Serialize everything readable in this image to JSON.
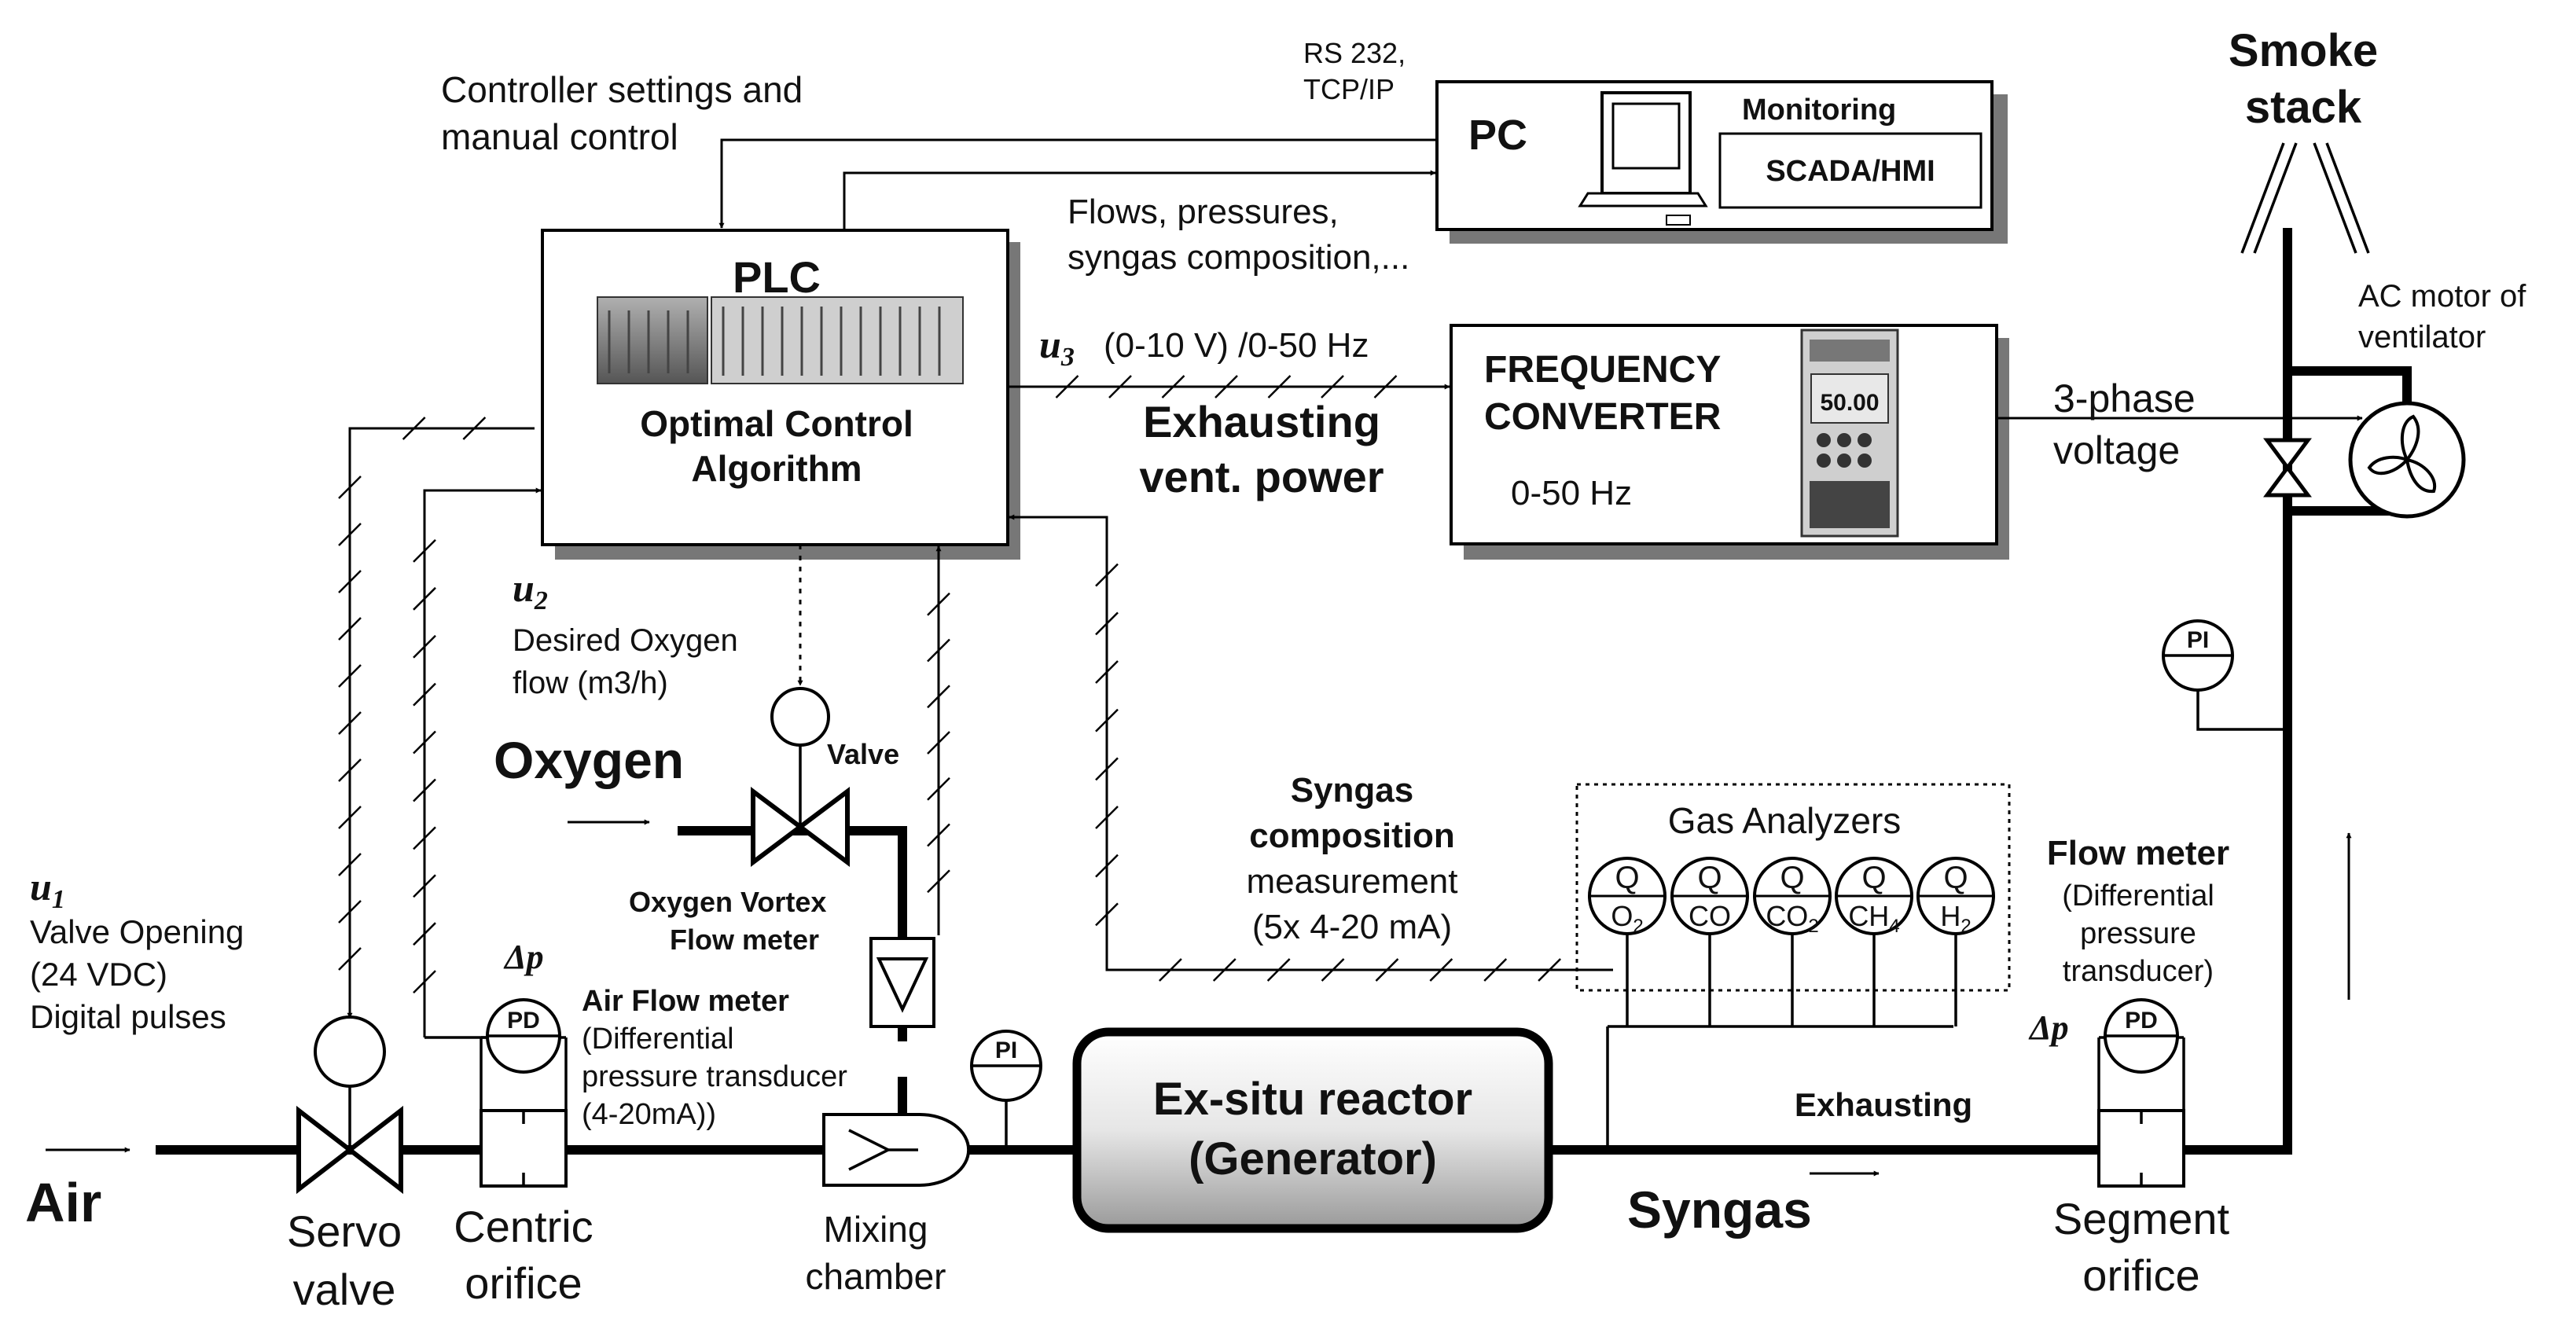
{
  "labels": {
    "controller_settings_line1": "Controller settings and",
    "controller_settings_line2": "manual control",
    "rs232_line1": "RS 232,",
    "rs232_line2": "TCP/IP",
    "pc": "PC",
    "monitoring": "Monitoring",
    "scada": "SCADA/HMI",
    "smoke_line1": "Smoke",
    "smoke_line2": "stack",
    "flows_line1": "Flows, pressures,",
    "flows_line2": "syngas composition,...",
    "plc": "PLC",
    "optimal_line1": "Optimal Control",
    "optimal_line2": "Algorithm",
    "u3": "u",
    "u3_sub": "3",
    "u3_signal": "(0-10 V) /0-50 Hz",
    "freq_line1": "FREQUENCY",
    "freq_line2": "CONVERTER",
    "freq_range": "0-50 Hz",
    "freq_display": "50.00",
    "exhausting_vent_line1": "Exhausting",
    "exhausting_vent_line2": "vent. power",
    "three_phase_line1": "3-phase",
    "three_phase_line2": "voltage",
    "ac_motor_line1": "AC motor of",
    "ac_motor_line2": "ventilator",
    "u2": "u",
    "u2_sub": "2",
    "desired_oxygen_line1": "Desired Oxygen",
    "desired_oxygen_line2": "flow (m3/h)",
    "oxygen": "Oxygen",
    "valve": "Valve",
    "oxygen_vortex_line1": "Oxygen Vortex",
    "oxygen_vortex_line2": "Flow meter",
    "syngas_comp_line1": "Syngas",
    "syngas_comp_line2": "composition",
    "syngas_comp_line3": "measurement",
    "syngas_comp_line4": "(5x 4-20 mA)",
    "gas_analyzers": "Gas Analyzers",
    "u1": "u",
    "u1_sub": "1",
    "valve_opening_line1": "Valve Opening",
    "valve_opening_line2": "(24 VDC)",
    "valve_opening_line3": "Digital pulses",
    "delta_p_air": "Δp",
    "delta_p_exhaust": "Δp",
    "air_flow_line1": "Air Flow meter",
    "air_flow_line2": "(Differential",
    "air_flow_line3": "pressure transducer",
    "air_flow_line4": "(4-20mA))",
    "flow_meter_line1": "Flow meter",
    "flow_meter_line2": "(Differential",
    "flow_meter_line3": "pressure",
    "flow_meter_line4": "transducer)",
    "air": "Air",
    "servo_line1": "Servo",
    "servo_line2": "valve",
    "centric_line1": "Centric",
    "centric_line2": "orifice",
    "mixing_line1": "Mixing",
    "mixing_line2": "chamber",
    "reactor_line1": "Ex-situ reactor",
    "reactor_line2": "(Generator)",
    "syngas": "Syngas",
    "exhausting": "Exhausting",
    "segment_line1": "Segment",
    "segment_line2": "orifice",
    "pi": "PI",
    "pd": "PD",
    "q": "Q"
  },
  "analyzers": [
    {
      "gas": "O",
      "sub": "2"
    },
    {
      "gas": "CO",
      "sub": ""
    },
    {
      "gas": "CO",
      "sub": "2"
    },
    {
      "gas": "CH",
      "sub": "4"
    },
    {
      "gas": "H",
      "sub": "2"
    }
  ]
}
